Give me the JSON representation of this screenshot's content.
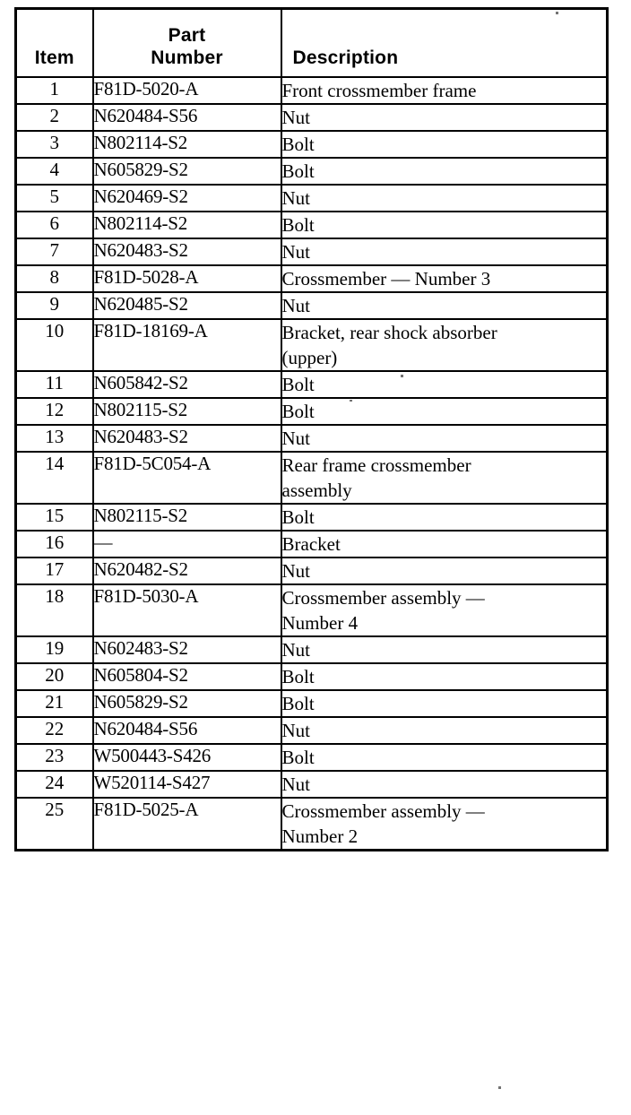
{
  "document": {
    "type": "parts-list-table",
    "title": "",
    "colors": {
      "ink": "#000000",
      "paper": "#ffffff"
    }
  },
  "table": {
    "columns": [
      {
        "key": "item",
        "header": "Item"
      },
      {
        "key": "part_number",
        "header_line1": "Part",
        "header_line2": "Number"
      },
      {
        "key": "description",
        "header": "Description"
      }
    ],
    "rows": [
      {
        "item": "1",
        "part_number": "F81D-5020-A",
        "description": [
          "Front crossmember frame"
        ]
      },
      {
        "item": "2",
        "part_number": "N620484-S56",
        "description": [
          "Nut"
        ]
      },
      {
        "item": "3",
        "part_number": "N802114-S2",
        "description": [
          "Bolt"
        ]
      },
      {
        "item": "4",
        "part_number": "N605829-S2",
        "description": [
          "Bolt"
        ]
      },
      {
        "item": "5",
        "part_number": "N620469-S2",
        "description": [
          "Nut"
        ]
      },
      {
        "item": "6",
        "part_number": "N802114-S2",
        "description": [
          "Bolt"
        ]
      },
      {
        "item": "7",
        "part_number": "N620483-S2",
        "description": [
          "Nut"
        ]
      },
      {
        "item": "8",
        "part_number": "F81D-5028-A",
        "description": [
          "Crossmember — Number 3"
        ]
      },
      {
        "item": "9",
        "part_number": "N620485-S2",
        "description": [
          "Nut"
        ]
      },
      {
        "item": "10",
        "part_number": "F81D-18169-A",
        "description": [
          "Bracket, rear shock absorber",
          "(upper)"
        ]
      },
      {
        "item": "11",
        "part_number": "N605842-S2",
        "description": [
          "Bolt"
        ]
      },
      {
        "item": "12",
        "part_number": "N802115-S2",
        "description": [
          "Bolt"
        ]
      },
      {
        "item": "13",
        "part_number": "N620483-S2",
        "description": [
          "Nut"
        ]
      },
      {
        "item": "14",
        "part_number": "F81D-5C054-A",
        "description": [
          "Rear frame crossmember",
          "assembly"
        ]
      },
      {
        "item": "15",
        "part_number": "N802115-S2",
        "description": [
          "Bolt"
        ]
      },
      {
        "item": "16",
        "part_number": "—",
        "description": [
          "Bracket"
        ]
      },
      {
        "item": "17",
        "part_number": "N620482-S2",
        "description": [
          "Nut"
        ]
      },
      {
        "item": "18",
        "part_number": "F81D-5030-A",
        "description": [
          "Crossmember assembly —",
          "Number 4"
        ]
      },
      {
        "item": "19",
        "part_number": "N602483-S2",
        "description": [
          "Nut"
        ]
      },
      {
        "item": "20",
        "part_number": "N605804-S2",
        "description": [
          "Bolt"
        ]
      },
      {
        "item": "21",
        "part_number": "N605829-S2",
        "description": [
          "Bolt"
        ]
      },
      {
        "item": "22",
        "part_number": "N620484-S56",
        "description": [
          "Nut"
        ]
      },
      {
        "item": "23",
        "part_number": "W500443-S426",
        "description": [
          "Bolt"
        ]
      },
      {
        "item": "24",
        "part_number": "W520114-S427",
        "description": [
          "Nut"
        ]
      },
      {
        "item": "25",
        "part_number": "F81D-5025-A",
        "description": [
          "Crossmember assembly —",
          "Number 2"
        ]
      }
    ]
  }
}
